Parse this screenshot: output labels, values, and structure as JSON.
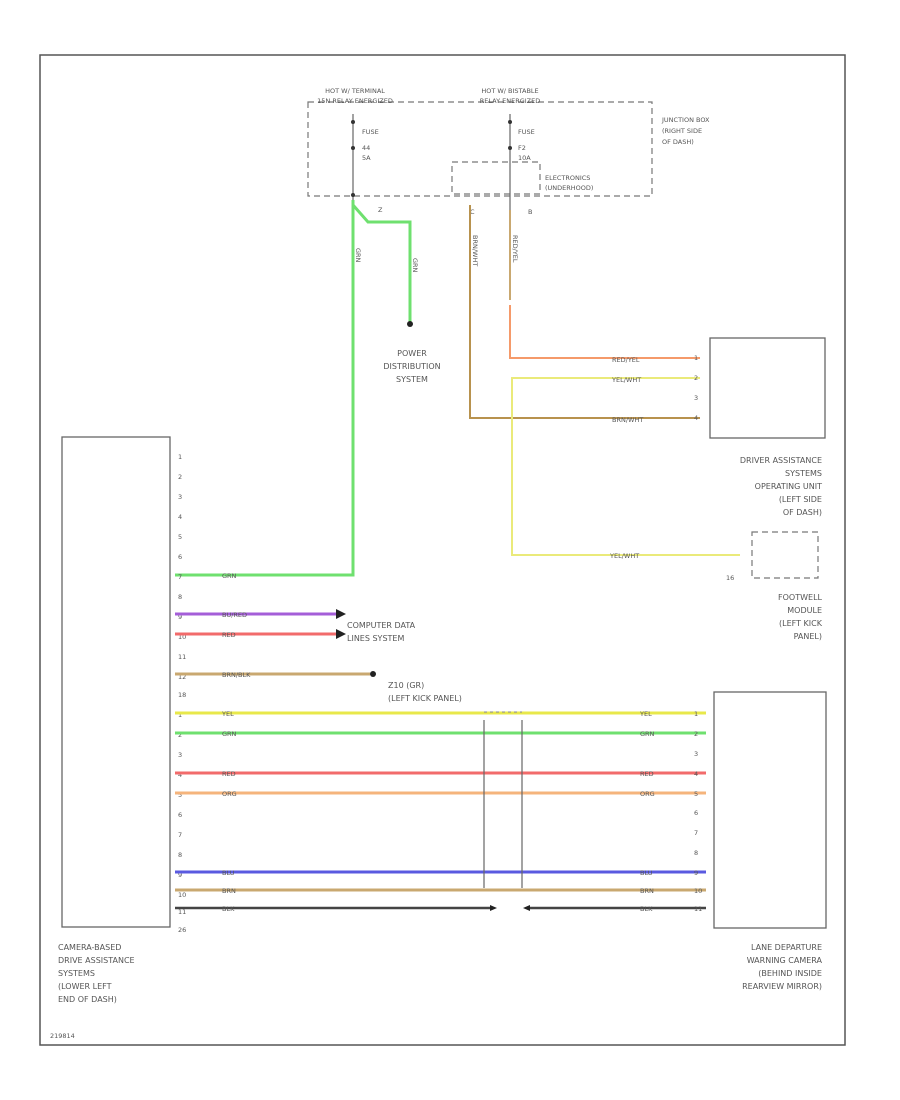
{
  "junction_box": {
    "hot_terminal": [
      "HOT W/ TERMINAL",
      "15N RELAY ENERGIZED"
    ],
    "hot_relay": [
      "HOT W/ BISTABLE",
      "RELAY ENERGIZED"
    ],
    "fuse_a": [
      "FUSE",
      "44",
      "5A"
    ],
    "fuse_b": [
      "FUSE",
      "F2",
      "10A"
    ],
    "electronics": [
      "ELECTRONICS",
      "(UNDERHOOD)"
    ],
    "label": [
      "JUNCTION BOX",
      "(RIGHT SIDE",
      "OF DASH)"
    ],
    "pin_z": "Z",
    "pin_b": "B",
    "pin_c": "C"
  },
  "power_distribution": [
    "POWER",
    "DISTRIBUTION",
    "SYSTEM"
  ],
  "vertical_wires": {
    "grn_1": "GRN",
    "grn_2": "GRN",
    "brn_wht": "BRN/WHT",
    "red_yel": "RED/YEL"
  },
  "driver_unit": {
    "label": [
      "DRIVER ASSISTANCE",
      "SYSTEMS",
      "OPERATING UNIT",
      "(LEFT SIDE",
      "OF DASH)"
    ],
    "wires": [
      "RED/YEL",
      "YEL/WHT",
      "",
      "BRN/WHT"
    ],
    "pins": [
      "1",
      "2",
      "3",
      "4"
    ]
  },
  "footwell": {
    "label": [
      "FOOTWELL",
      "MODULE",
      "(LEFT KICK",
      "PANEL)"
    ],
    "wire": "YEL/WHT",
    "pin": "16"
  },
  "left_module": {
    "label": [
      "CAMERA-BASED",
      "DRIVE ASSISTANCE",
      "SYSTEMS",
      "(LOWER LEFT",
      "END OF DASH)"
    ],
    "pins": [
      "1",
      "2",
      "3",
      "4",
      "5",
      "6",
      "7",
      "8",
      "9",
      "10",
      "11",
      "12",
      "1",
      "2",
      "3",
      "4",
      "5",
      "6",
      "7",
      "8",
      "9",
      "10",
      "11"
    ],
    "conn_a": "18",
    "conn_b": "26"
  },
  "connections": {
    "grn_top": "GRN",
    "bu_red": "BU/RED",
    "red": "RED",
    "brn_blk": "BRN/BLK",
    "computer_data": [
      "COMPUTER DATA",
      "LINES SYSTEM"
    ],
    "splice": [
      "Z10 (GR)",
      "(LEFT KICK PANEL)"
    ]
  },
  "bottom_wires": {
    "left": [
      "YEL",
      "GRN",
      "RED",
      "ORG",
      "BLU",
      "BRN",
      "BLK"
    ],
    "right": [
      "YEL",
      "GRN",
      "RED",
      "ORG",
      "BLU",
      "BRN",
      "BLK"
    ],
    "right_pins": [
      "1",
      "2",
      "3",
      "4",
      "5",
      "6",
      "7",
      "8",
      "9",
      "10",
      "11"
    ]
  },
  "lane_camera": {
    "label": [
      "LANE DEPARTURE",
      "WARNING CAMERA",
      "(BEHIND INSIDE",
      "REARVIEW MIRROR)"
    ]
  },
  "diagram_id": "219814",
  "colors": {
    "grn": "#6fe06f",
    "yel": "#e8e84a",
    "red": "#f26b6b",
    "org": "#f5b47c",
    "blu": "#5a5ae0",
    "brn": "#c9a870",
    "blk": "#444444",
    "vio": "#a45ed8",
    "red_yel": "#f59a6a",
    "yel_wht": "#eaea7a",
    "brn_wht": "#b8924e"
  }
}
